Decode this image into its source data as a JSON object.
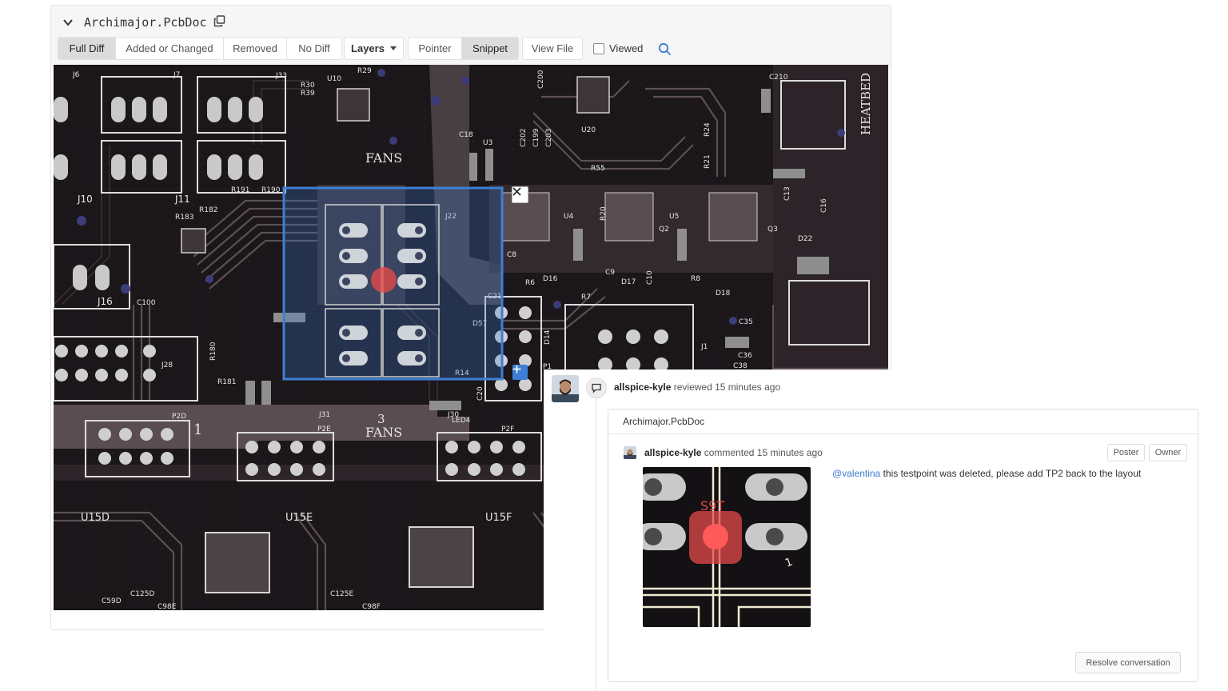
{
  "file": {
    "name": "Archimajor.PcbDoc"
  },
  "toolbar": {
    "full_diff": "Full Diff",
    "added_or_changed": "Added or Changed",
    "removed": "Removed",
    "no_diff": "No Diff",
    "layers": "Layers",
    "pointer": "Pointer",
    "snippet": "Snippet",
    "view_file": "View File",
    "viewed": "Viewed",
    "active_mode": "Full Diff",
    "active_tool": "Snippet"
  },
  "pcb": {
    "labels": {
      "fans_top": "FANS",
      "fans_bottom": "FANS",
      "three": "3",
      "heatbed": "HEATBED",
      "u15d": "U15D",
      "u15e": "U15E",
      "u15f": "U15F",
      "j16": "J16",
      "j10": "J10",
      "j11": "J11",
      "j22": "J22",
      "j28": "J28",
      "j30": "J30",
      "j31": "J31",
      "p2e": "P2E",
      "p2d": "P2D",
      "p2f": "P2F",
      "u3": "U3",
      "u4": "U4",
      "u5": "U5",
      "u20": "U20",
      "c210": "C210",
      "c18": "C18",
      "r20": "R20",
      "q2": "Q2",
      "q3": "Q3",
      "d16": "D16",
      "d17": "D17",
      "d18": "D18",
      "d22": "D22",
      "c35": "C35",
      "c36": "C36",
      "c38": "C38",
      "led4": "LED4",
      "r181": "R181",
      "r180": "R180",
      "r6": "R6",
      "r7": "R7",
      "c9": "C9",
      "c10": "C10",
      "c13": "C13",
      "c16": "C16",
      "c20": "C20",
      "c21": "C21",
      "c8": "C8",
      "r29": "R29",
      "r30": "R30",
      "r39": "R39",
      "u10": "U10",
      "j33": "J33",
      "j6": "J6",
      "j7": "J7",
      "r191": "R191",
      "r190": "R190",
      "r183": "R183",
      "r182": "R182",
      "c100": "C100",
      "c125d": "C125D",
      "c125e": "C125E",
      "c98f": "C98F",
      "c98e": "C98E",
      "c59d": "C59D",
      "j1": "J1",
      "p1": "P1",
      "d14": "D14",
      "d57": "D57",
      "r14": "R14",
      "r8": "R8",
      "r55": "R55",
      "c203": "C203",
      "c202": "C202",
      "c199": "C199",
      "c200": "C200",
      "r21": "R21",
      "r24": "R24",
      "one": "1"
    }
  },
  "review": {
    "reviewer": "allspice-kyle",
    "reviewed_text": "reviewed 15 minutes ago",
    "conversation_file": "Archimajor.PcbDoc",
    "commenter": "allspice-kyle",
    "commented_text": "commented 15 minutes ago",
    "tag_poster": "Poster",
    "tag_owner": "Owner",
    "mention": "@valentina",
    "comment_body": "this testpoint was deleted, please add TP2 back to the layout",
    "resolve_label": "Resolve conversation",
    "snippet_label": "S9T"
  },
  "colors": {
    "pcb_bg": "#1b1619",
    "copper": "#4a3f43",
    "pad": "#c7c7c7",
    "silk": "#e6e6e6",
    "selection": "#3d7fd4",
    "testpoint": "#e34a4a",
    "link": "#3c7ad1"
  },
  "icons": [
    "chevron-down-icon",
    "copy-icon",
    "search-icon",
    "close-icon",
    "plus-icon",
    "comment-icon",
    "avatar"
  ]
}
